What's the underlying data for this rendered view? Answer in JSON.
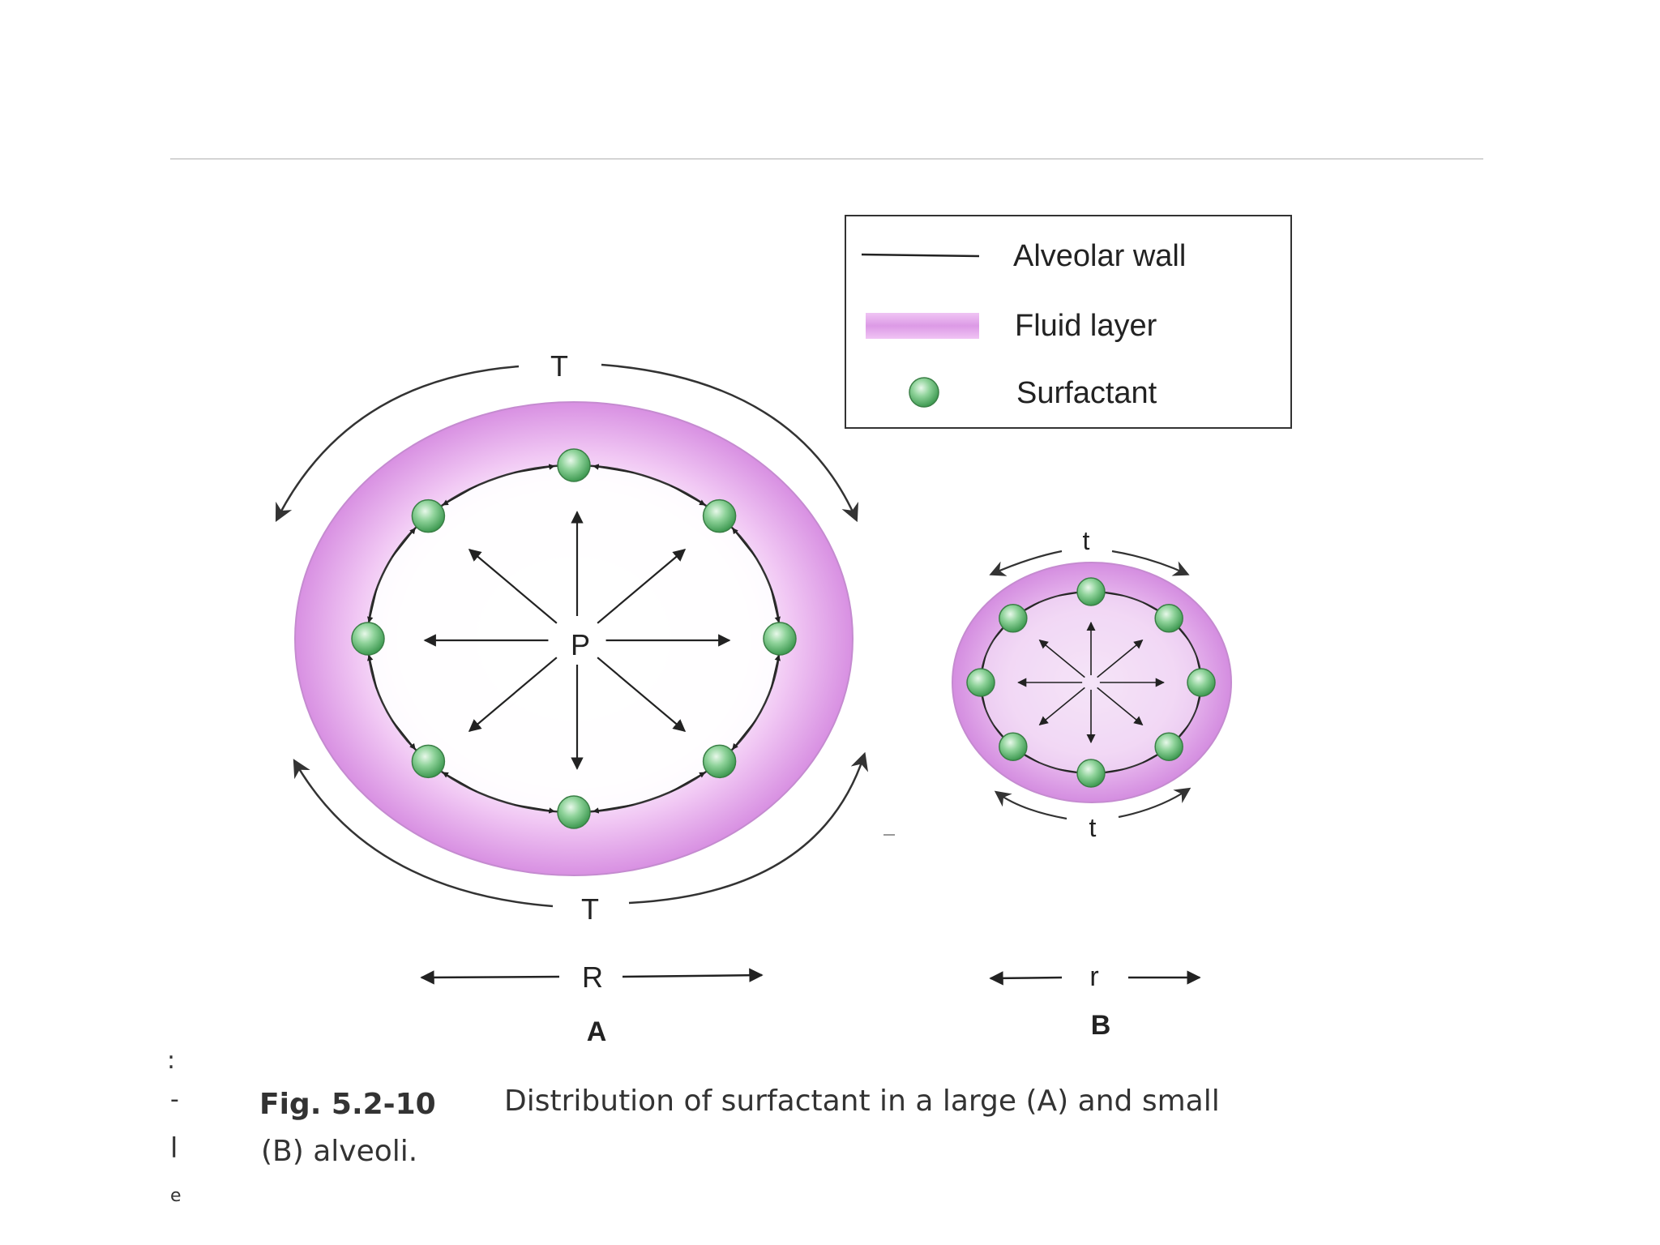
{
  "legend": {
    "wall": "Alveolar wall",
    "fluid": "Fluid layer",
    "surfactant": "Surfactant"
  },
  "alveolus_a": {
    "tension_label": "T",
    "pressure_label": "P",
    "radius_label": "R",
    "panel_label": "A",
    "surfactant_count": 8
  },
  "alveolus_b": {
    "tension_label": "t",
    "radius_label": "r",
    "panel_label": "B",
    "surfactant_count": 8
  },
  "caption": {
    "number": "Fig. 5.2-10",
    "line1": "Distribution of surfactant in a large (A) and small",
    "line2": "(B) alveoli."
  },
  "margin_fragments": [
    ":",
    "-",
    "l",
    "e"
  ],
  "colors": {
    "fluid": "#e4a4ec",
    "fluid_edge": "#b87cc6",
    "surfactant": "#6fc47c",
    "wall": "#333333",
    "rule": "#cfcfcf"
  }
}
